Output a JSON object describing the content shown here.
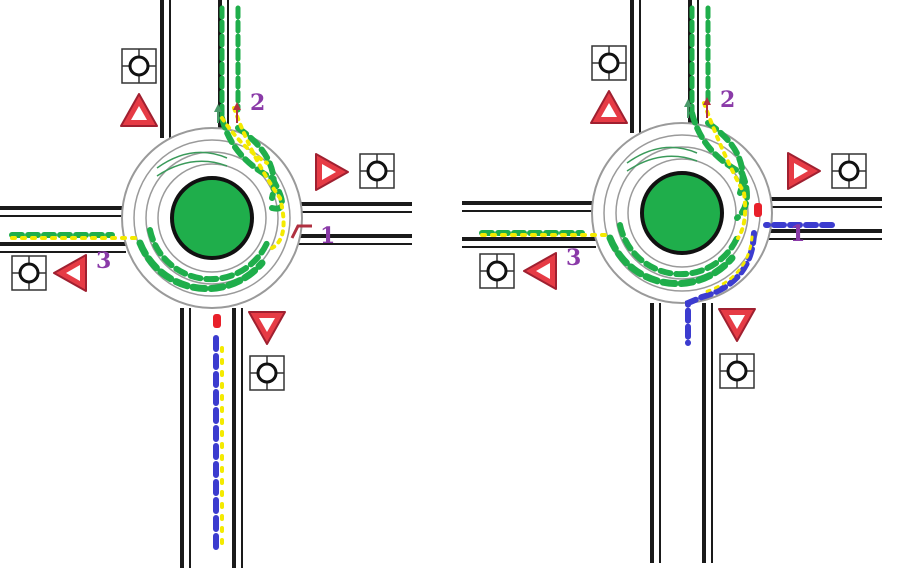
{
  "panels": [
    {
      "id": "left",
      "labels": {
        "entry": "1",
        "exit_north": "2",
        "exit_west": "3"
      }
    },
    {
      "id": "right",
      "labels": {
        "entry": "1",
        "exit_north": "2",
        "exit_west": "3"
      }
    }
  ],
  "colors": {
    "road_line": "#1a1a1a",
    "roundabout_island": "#1fae4b",
    "ring": "#8a8a8a",
    "green_vehicles": "#1fae4b",
    "blue_vehicles": "#3c3ccf",
    "yellow_path": "#f4ea00",
    "red_vehicle": "#e8202a",
    "yield_sign_fill": "#e63b45",
    "label_text": "#8a3aa8",
    "arrow_entry": "#b03040"
  },
  "icons": {
    "yield_sign": "triangle-warning-icon",
    "traffic_light": "circle-signal-icon"
  }
}
